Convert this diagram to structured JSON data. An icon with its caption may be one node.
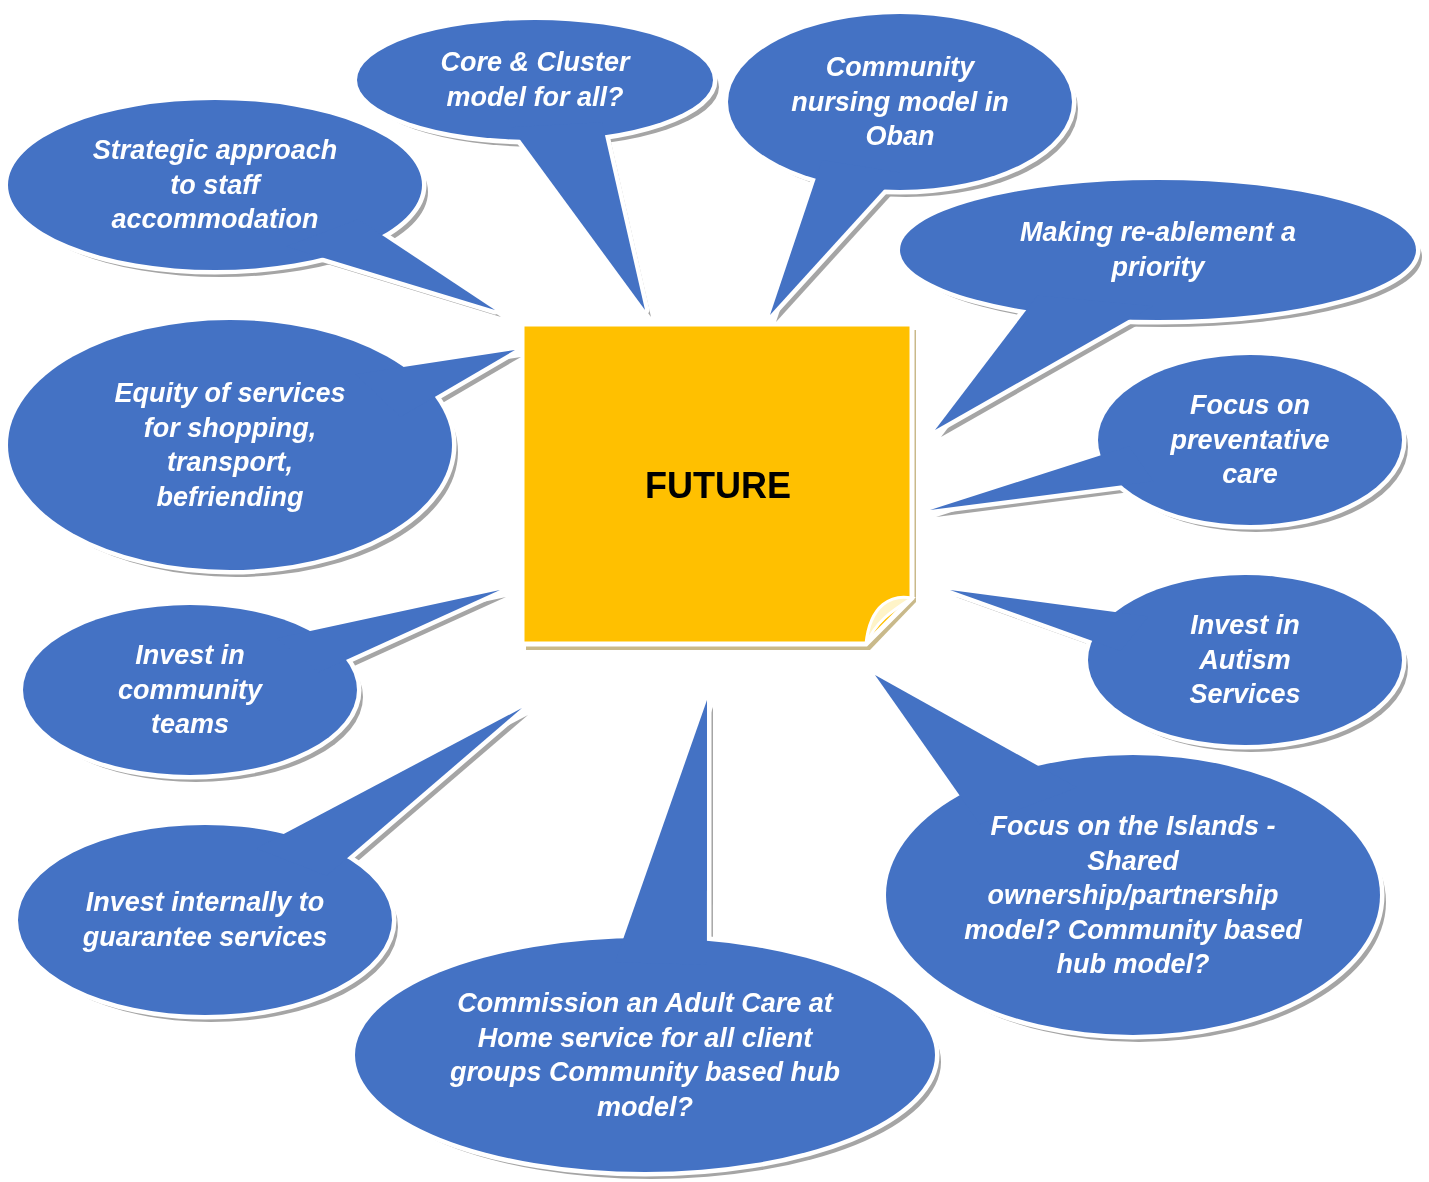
{
  "diagram": {
    "nodes": [
      {
        "text": [
          "FUTURE"
        ]
      },
      {
        "text": [
          "Core & Cluster model for all?"
        ]
      },
      {
        "text": [
          "Community nursing model in Oban"
        ]
      },
      {
        "text": [
          "Strategic approach to staff accommodation"
        ]
      },
      {
        "text": [
          "Making re-ablement a priority"
        ]
      },
      {
        "text": [
          "Equity of services for shopping, transport, befriending"
        ]
      },
      {
        "text": [
          "Focus on preventative care"
        ]
      },
      {
        "text": [
          "Invest in Autism Services"
        ]
      },
      {
        "text": [
          "Invest in community teams"
        ]
      },
      {
        "text": [
          "Focus on the Islands - Shared ownership/partnership model? Community based hub model?"
        ]
      },
      {
        "text": [
          "Invest internally to guarantee services"
        ]
      },
      {
        "text": [
          "Commission an Adult Care at Home service for all client groups Community based hub model?"
        ]
      }
    ]
  }
}
